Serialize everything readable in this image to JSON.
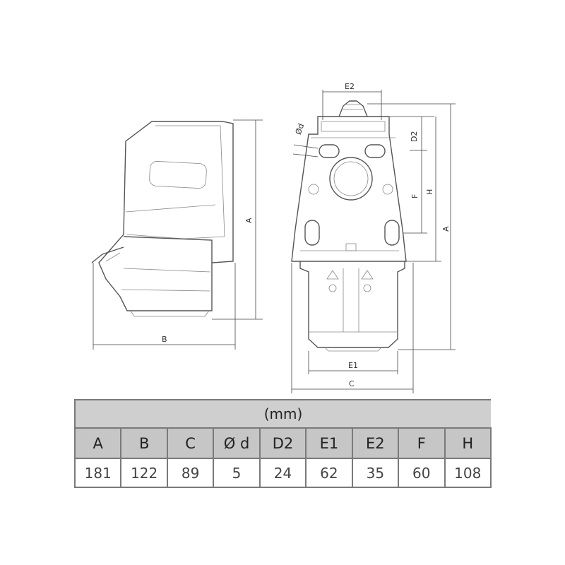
{
  "drawing": {
    "side_labels": {
      "A": "A",
      "B": "B"
    },
    "front_labels": {
      "E2": "E2",
      "d": "Ød",
      "D2": "D2",
      "F": "F",
      "H": "H",
      "A": "A",
      "E1": "E1",
      "C": "C"
    }
  },
  "table": {
    "unit": "(mm)",
    "headers": [
      "A",
      "B",
      "C",
      "Ø d",
      "D2",
      "E1",
      "E2",
      "F",
      "H"
    ],
    "values": [
      "181",
      "122",
      "89",
      "5",
      "24",
      "62",
      "35",
      "60",
      "108"
    ]
  }
}
